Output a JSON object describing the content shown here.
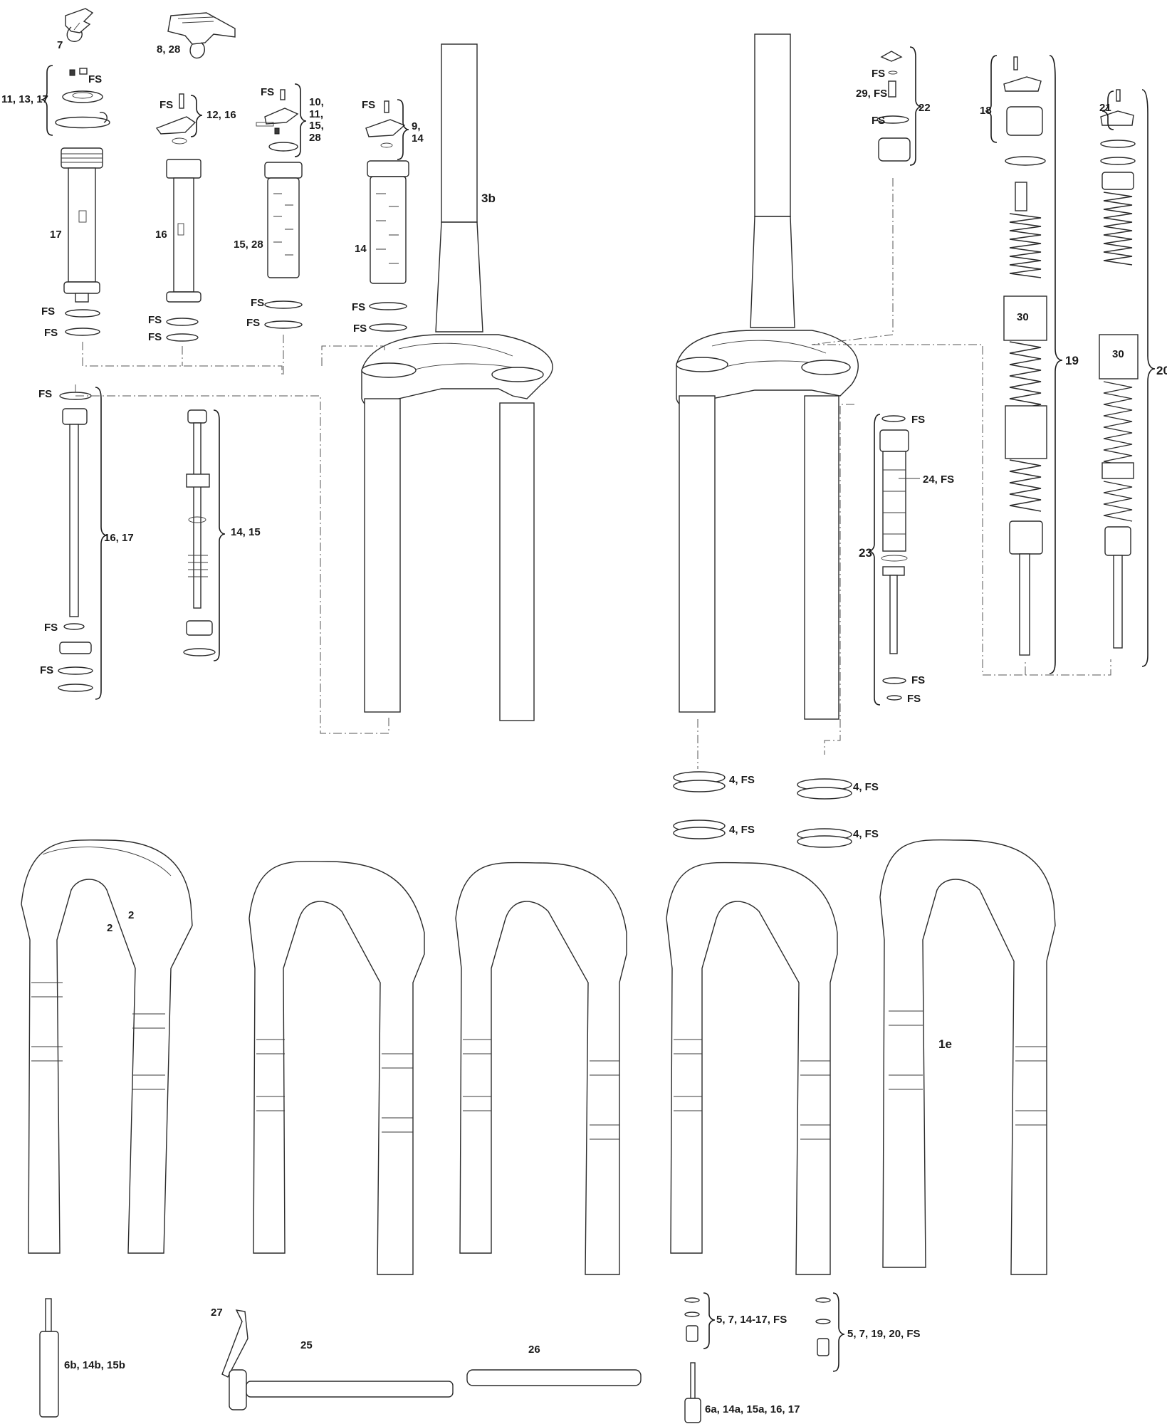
{
  "labels": {
    "l7": "7",
    "l8_28": "8, 28",
    "l11_13_17": "11, 13, 17",
    "fs_a": "FS",
    "fs_b": "FS",
    "l12_16": "12, 16",
    "fs_c": "FS",
    "l10_11_15_28": "10,\n11,\n15,\n28",
    "fs_d": "FS",
    "l9_14": "9,\n14",
    "l17": "17",
    "l16": "16",
    "l15_28": "15, 28",
    "l14": "14",
    "l3b": "3b",
    "fs_e": "FS",
    "fs_f": "FS",
    "fs_g": "FS",
    "fs_h": "FS",
    "fs_i": "FS",
    "fs_j": "FS",
    "fs_k": "FS",
    "fs_l": "FS",
    "fs_m": "FS",
    "l16_17": "16, 17",
    "l14_15": "14, 15",
    "fs_n": "FS",
    "fs_o": "FS",
    "fs_p": "FS",
    "l29_fs": "29, FS",
    "fs_q": "FS",
    "l22": "22",
    "l18": "18",
    "l21": "21",
    "l30a": "30",
    "l30b": "30",
    "l19": "19",
    "l20": "20",
    "fs_r": "FS",
    "l24_fs": "24, FS",
    "l23": "23",
    "fs_s": "FS",
    "fs_t": "FS",
    "l4fs_a": "4, FS",
    "l4fs_b": "4, FS",
    "l4fs_c": "4, FS",
    "l4fs_d": "4, FS",
    "l2a": "2",
    "l2b": "2",
    "l1e": "1e",
    "l6b_14b_15b": "6b, 14b, 15b",
    "l27": "27",
    "l25": "25",
    "l26": "26",
    "l5_7_14_17_fs": "5, 7, 14-17, FS",
    "l5_7_19_20_fs": "5, 7, 19, 20, FS",
    "l6a_14a_15a_16_17": "6a, 14a, 15a, 16, 17"
  }
}
